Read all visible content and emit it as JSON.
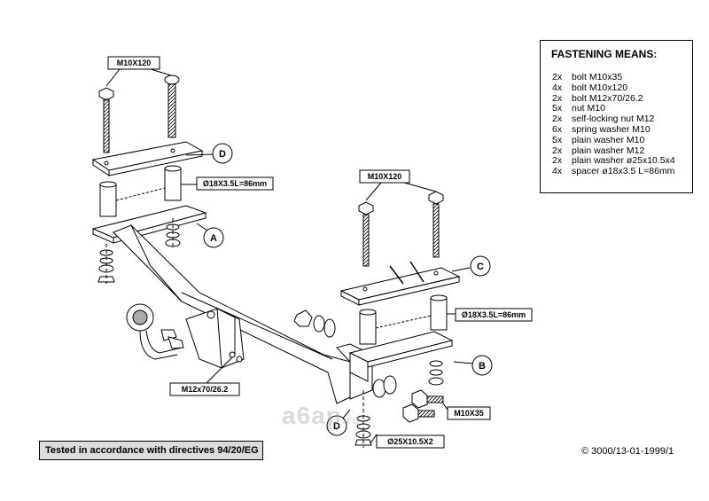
{
  "fastening_means": {
    "title": "FASTENING MEANS:",
    "items": [
      {
        "qty": "2x",
        "desc": "bolt M10x35"
      },
      {
        "qty": "4x",
        "desc": "bolt M10x120"
      },
      {
        "qty": "2x",
        "desc": "bolt M12x70/26.2"
      },
      {
        "qty": "5x",
        "desc": "nut M10"
      },
      {
        "qty": "2x",
        "desc": "self-locking nut M12"
      },
      {
        "qty": "6x",
        "desc": "spring washer M10"
      },
      {
        "qty": "5x",
        "desc": "plain washer M10"
      },
      {
        "qty": "2x",
        "desc": "plain washer M12"
      },
      {
        "qty": "2x",
        "desc": "plain washer ø25x10.5x4"
      },
      {
        "qty": "4x",
        "desc": "spacer ø18x3.5 L=86mm"
      }
    ]
  },
  "labels": {
    "bolt_left": "M10X120",
    "bolt_right": "M10X120",
    "spacer_left": "Ø18X3.5L=86mm",
    "spacer_right": "Ø18X3.5L=86mm",
    "ball_bolt": "M12x70/26.2",
    "bolt_short": "M10X35",
    "washer_large": "Ø25X10.5X2"
  },
  "callouts": {
    "a": "A",
    "b": "B",
    "c": "C",
    "d_top": "D",
    "d_bottom": "D"
  },
  "footer": {
    "test_note": "Tested in accordance with directives 94/20/EG",
    "copyright": "© 3000/13-01-1999/1"
  },
  "watermark": {
    "main": "a6ap",
    "suffix": ".ru"
  }
}
